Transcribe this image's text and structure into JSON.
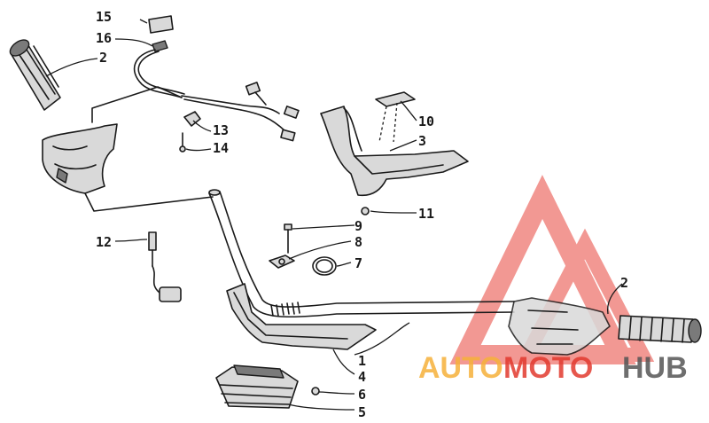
{
  "watermark": {
    "part_auto": "AUTO",
    "part_moto": "MOTO",
    "part_hub": "HUB",
    "colors": {
      "auto": "#f6b13a",
      "moto": "#e23a2f",
      "hub": "#555555",
      "logo": "#e8453c"
    }
  },
  "callouts": {
    "c15": "15",
    "c16": "16",
    "c2_left": "2",
    "c13": "13",
    "c14": "14",
    "c10": "10",
    "c3": "3",
    "c9": "9",
    "c11": "11",
    "c12": "12",
    "c8": "8",
    "c7": "7",
    "c2_right": "2",
    "c1": "1",
    "c4": "4",
    "c6": "6",
    "c5": "5"
  }
}
